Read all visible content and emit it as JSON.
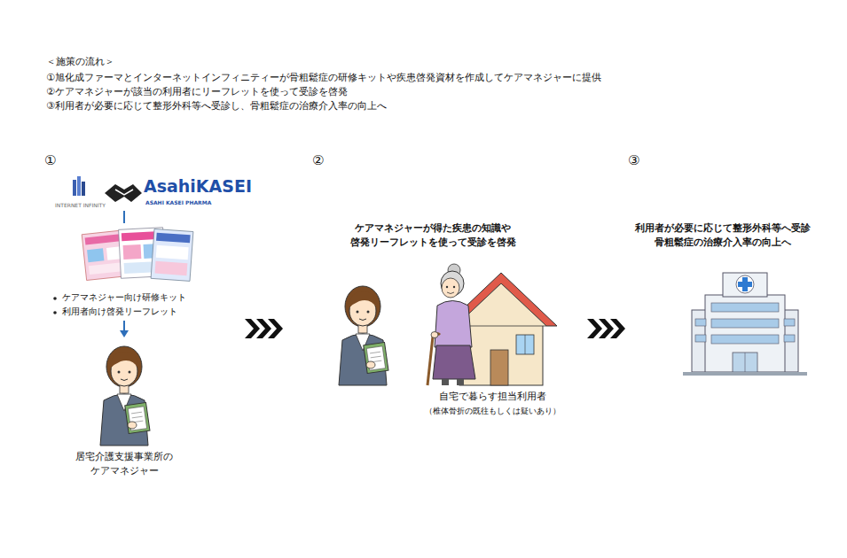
{
  "diagram": {
    "title": "＜施策の流れ＞",
    "labels": [
      "①旭化成ファーマとインターネットインフィニティーが骨粗鬆症の研修キットや疾患啓発資材を作成してケアマネジャーに提供",
      "②ケアマネジャーが該当の利用者にリーフレットを使って受診を啓発",
      "③利用者が必要に応じて整形外科等へ受診し、骨粗鬆症の治療介入率の向上へ",
      "①",
      "INTERNET INFINITY",
      "AsahiKASEI",
      "ASAHI KASEI PHARMA",
      "ケアマネジャー向け研修キット",
      "利用者向け啓発リーフレット",
      "居宅介護支援事業所の ケアマネジャー",
      "②",
      "ケアマネジャーが得た疾患の知識や 啓発リーフレットを使って受診を啓発",
      "自宅で暮らす担当利用者",
      "（椎体骨折の既往もしくは疑いあり）",
      "③",
      "利用者が必要に応じて整形外科等へ受診 骨粗鬆症の治療介入率の向上へ"
    ]
  }
}
